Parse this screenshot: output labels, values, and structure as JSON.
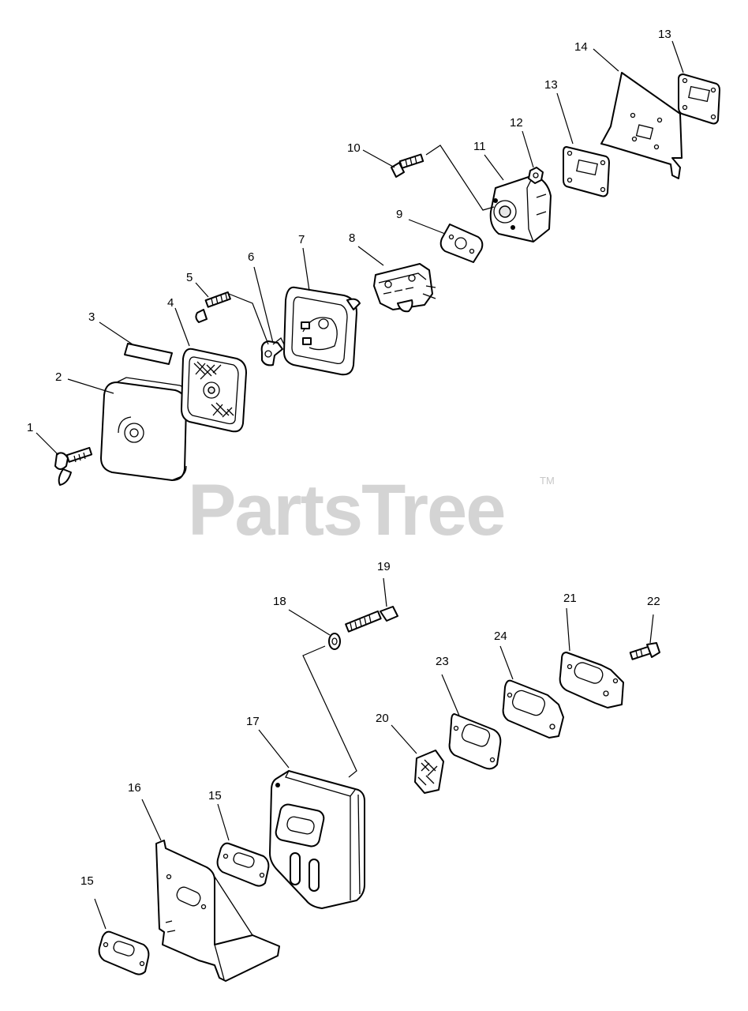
{
  "watermark": {
    "brand": "PartsTree",
    "trademark": "TM"
  },
  "callouts": [
    "1",
    "2",
    "3",
    "4",
    "5",
    "6",
    "7",
    "8",
    "9",
    "10",
    "11",
    "12",
    "13",
    "13",
    "14",
    "15",
    "15",
    "16",
    "17",
    "18",
    "19",
    "20",
    "21",
    "22",
    "23",
    "24"
  ]
}
